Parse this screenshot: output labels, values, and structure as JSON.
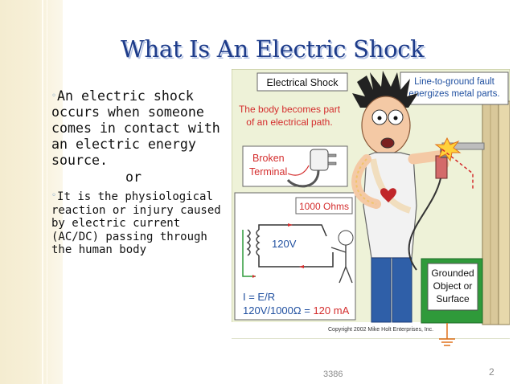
{
  "slide": {
    "title": "What Is An Electric Shock",
    "bullet_1": "An electric shock occurs when someone comes in contact with an electric energy source.",
    "or": "or",
    "bullet_2": "It is the physiological reaction or injury caused by electric current (AC/DC) passing through the human body",
    "footer_code": "3386",
    "page_number": "2"
  },
  "illustration": {
    "title": "Electrical Shock",
    "fault_note": "Line-to-ground fault energizes metal parts.",
    "body_path_note": "The body becomes part of an electrical path.",
    "broken_terminal": "Broken Terminal",
    "resistance": "1000 Ohms",
    "voltage": "120V",
    "formula_line1": "I = E/R",
    "formula_line2": "120V/1000Ω = ",
    "formula_result": "120 mA",
    "grounded_label": "Grounded Object or Surface",
    "copyright": "Copyright 2002  Mike Holt Enterprises, Inc."
  },
  "colors": {
    "title_blue": "#1e3c8a",
    "figure_bg": "#eef2d8",
    "callout_red": "#d42d2d",
    "ground_green": "#2f9a3a",
    "fault_blue": "#2050a0"
  }
}
